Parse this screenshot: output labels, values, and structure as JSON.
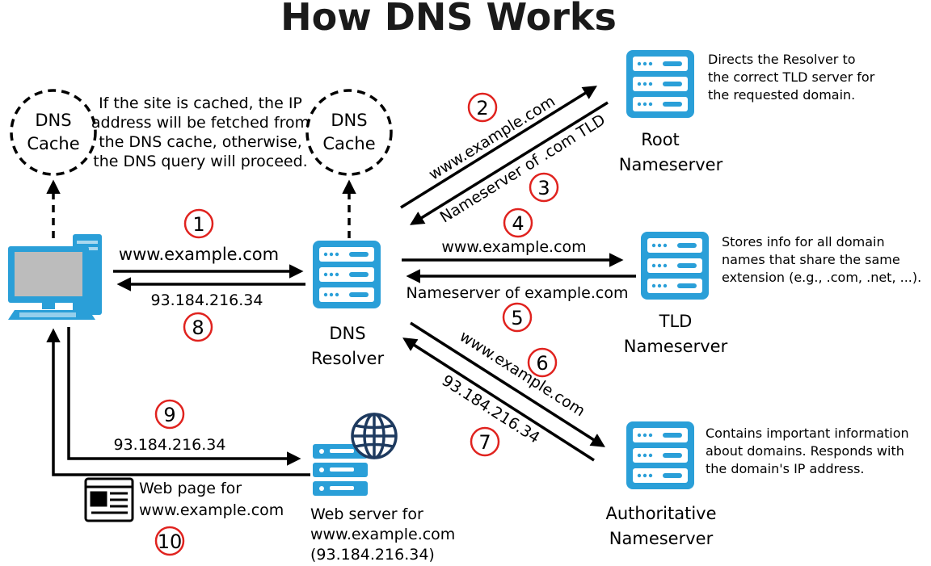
{
  "title": "How DNS Works",
  "caches": [
    {
      "line1": "DNS",
      "line2": "Cache"
    },
    {
      "line1": "DNS",
      "line2": "Cache"
    }
  ],
  "cache_note": [
    "If the site is cached, the IP",
    "address will be fetched from",
    "the DNS cache, otherwise,",
    "the DNS query will proceed."
  ],
  "resolver": {
    "line1": "DNS",
    "line2": "Resolver"
  },
  "root": {
    "line1": "Root",
    "line2": "Nameserver",
    "desc": [
      "Directs the Resolver to",
      "the correct TLD server for",
      "the requested domain."
    ]
  },
  "tld": {
    "line1": "TLD",
    "line2": "Nameserver",
    "desc": [
      "Stores info for all domain",
      "names that share the same",
      "extension (e.g., .com, .net, ...)."
    ]
  },
  "auth": {
    "line1": "Authoritative",
    "line2": "Nameserver",
    "desc": [
      "Contains important information",
      "about domains. Responds with",
      "the domain's IP address."
    ]
  },
  "webserver": {
    "lines": [
      "Web server for",
      "www.example.com",
      "(93.184.216.34)"
    ]
  },
  "webpage": {
    "lines": [
      "Web page for",
      "www.example.com"
    ]
  },
  "labels": {
    "step1": "www.example.com",
    "step8": "93.184.216.34",
    "step2": "www.example.com",
    "step3": "Nameserver of .com TLD",
    "step4": "www.example.com",
    "step5": "Nameserver of example.com",
    "step6": "www.example.com",
    "step7": "93.184.216.34",
    "step9": "93.184.216.34"
  },
  "steps": [
    "1",
    "2",
    "3",
    "4",
    "5",
    "6",
    "7",
    "8",
    "9",
    "10"
  ],
  "colors": {
    "server": "#2a9fd8",
    "accent": "#e0231f",
    "text": "#000000"
  },
  "icons": {
    "client": "desktop-computer-icon",
    "server": "server-rack-icon",
    "globe": "globe-icon",
    "webpage": "webpage-icon"
  }
}
